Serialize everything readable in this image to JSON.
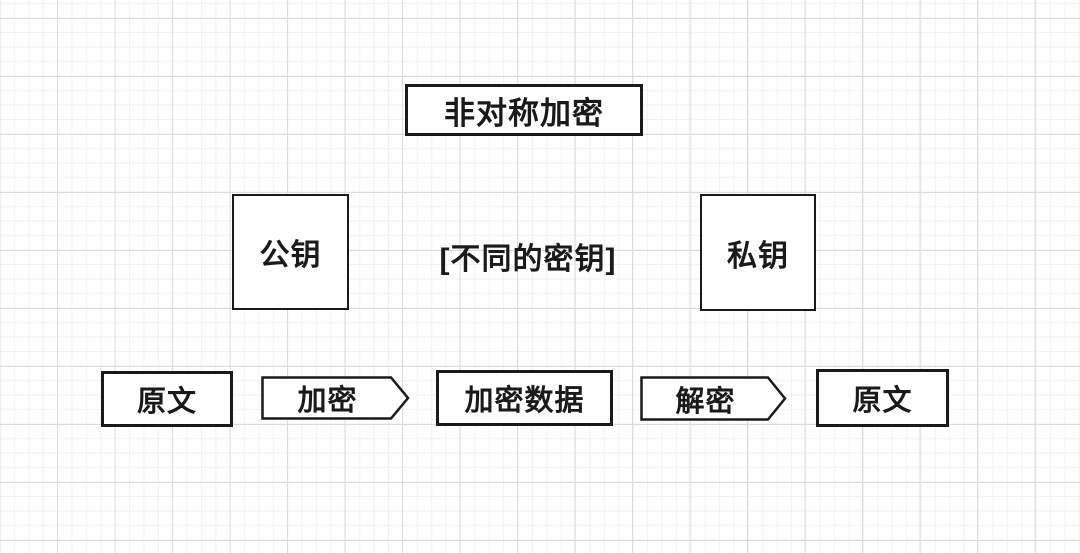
{
  "diagram": {
    "title": "非对称加密",
    "keys": {
      "public_key_label": "公钥",
      "private_key_label": "私钥",
      "note": "[不同的密钥]"
    },
    "flow": {
      "source_label": "原文",
      "encrypt_label": "加密",
      "encrypted_data_label": "加密数据",
      "decrypt_label": "解密",
      "result_label": "原文"
    }
  },
  "colors": {
    "background": "#ffffff",
    "grid_minor": "#f2f2f2",
    "grid_major": "#dcdcdc",
    "shape_border": "#1a1a1a",
    "shape_fill": "#ffffff",
    "text": "#1a1a1a"
  }
}
